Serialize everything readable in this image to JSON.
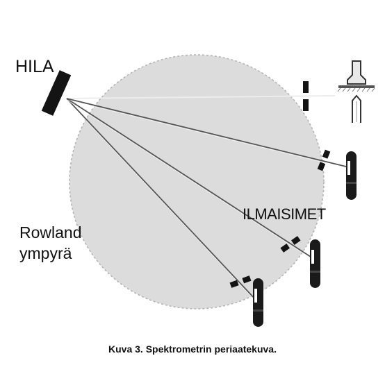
{
  "labels": {
    "grating": "HILA",
    "rowland_line1": "Rowland",
    "rowland_line2": "ympyrä",
    "detectors": "ILMAISIMET"
  },
  "caption": "Kuva 3. Spektrometrin periaatekuva.",
  "colors": {
    "circle_fill": "#dcdcdc",
    "circle_outline": "#b4b4b4",
    "component": "#141414",
    "ray": "#555555",
    "background": "#ffffff"
  },
  "icons": {
    "source": "lamp-source-icon",
    "detector": "detector-tube-icon"
  }
}
